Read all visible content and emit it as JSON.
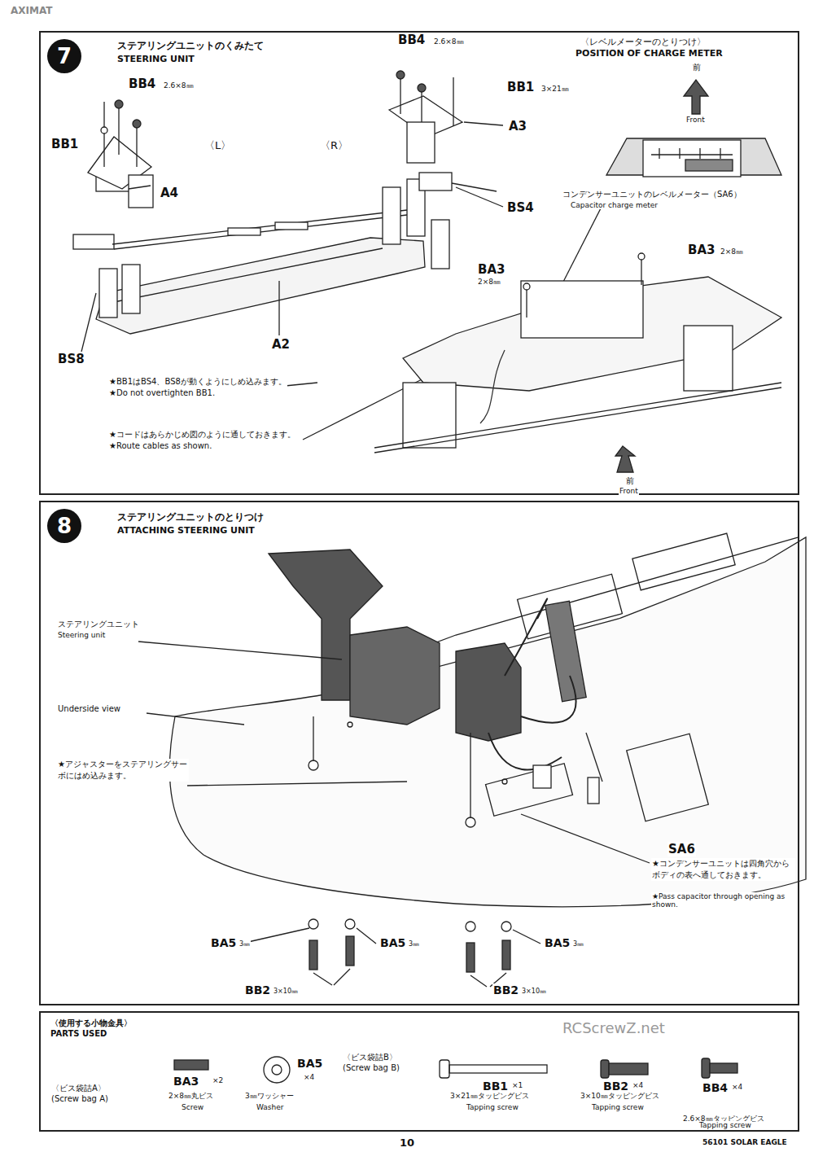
{
  "diagram": {
    "nodes": [
      {
        "text": [
          "ステアリングユニットのくみたて",
          "STEERING UNIT"
        ]
      },
      {
        "text": [
          "7"
        ],
        "in": 0
      },
      {
        "text": [
          "ステアリングユニットのとりつけ",
          "ATTACHING STEERING UNIT"
        ]
      },
      {
        "text": [
          "8"
        ],
        "in": 2
      },
      {
        "text": [
          "〈使用する小物金具〉",
          "PARTS USED"
        ]
      }
    ],
    "labels": [
      "AXIMAT",
      "BB4",
      "2.6×8㎜",
      "BB1",
      "〈L〉",
      "〈R〉",
      "A4",
      "BB4",
      "2.6×8㎜",
      "BB1",
      "3×21㎜",
      "A3",
      "BS4",
      "A2",
      "BS8",
      "★BB1はBS4、BS8が動くようにしめ込みます。",
      "★Do not overtighten BB1.",
      "★コードはあらかじめ図のように通しておきます。",
      "★Route cables as shown.",
      "〈レベルメーターのとりつけ〉",
      "POSITION OF CHARGE METER",
      "前",
      "Front",
      "コンデンサーユニットのレベルメーター（SA6）",
      "Capacitor charge meter",
      "BA3",
      "2×8㎜",
      "BA3",
      "2×8㎜",
      "前",
      "Front",
      "ステアリングユニット",
      "Steering unit",
      "Underside view",
      "★アジャスターをステアリングサーボにはめ込みます。",
      "SA6",
      "★コンデンサーユニットは四角穴からボディの表へ通しておきます。",
      "★Pass capacitor through opening as shown.",
      "BA5",
      "3㎜",
      "BA5",
      "3㎜",
      "BA5",
      "3㎜",
      "BB2",
      "3×10㎜",
      "BB2",
      "3×10㎜",
      "〈ビス袋詰A〉",
      "(Screw bag A)",
      "BA3",
      "×2",
      "2×8㎜丸ビス",
      "Screw",
      "BA5",
      "×4",
      "3㎜ワッシャー",
      "Washer",
      "〈ビス袋詰B〉",
      "(Screw bag B)",
      "BB1",
      "×1",
      "3×21㎜タッピングビス",
      "Tapping screw",
      "BB2",
      "×4",
      "3×10㎜タッピングビス",
      "Tapping screw",
      "BB4",
      "×4",
      "2.6×8㎜タッピングビス",
      "Tapping screw",
      "10",
      "56101 SOLAR EAGLE",
      "RCScrewZ.net"
    ]
  }
}
